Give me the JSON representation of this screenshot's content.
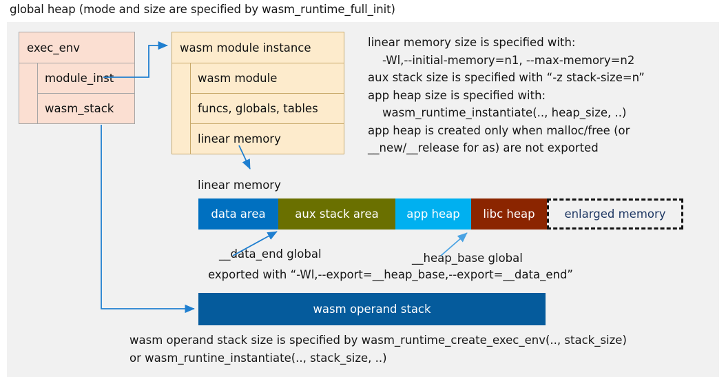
{
  "title": "global heap (mode and size are specified by wasm_runtime_full_init)",
  "colors": {
    "panel_bg": "#f1f1f1",
    "exec_env_fill": "#fbdfd2",
    "exec_env_border": "#a6a6a6",
    "module_inst_fill": "#fdebcc",
    "module_inst_border": "#c8a96a",
    "data_area": "#0070c0",
    "aux_stack_area": "#6a7000",
    "app_heap": "#00b0f0",
    "libc_heap": "#8b2500",
    "enlarged_memory_text": "#1f3864",
    "operand_stack": "#055b9c",
    "connector": "#1f7fd0"
  },
  "exec_env": {
    "header": "exec_env",
    "fields": [
      {
        "label": "module_inst"
      },
      {
        "label": "wasm_stack"
      }
    ]
  },
  "module_instance": {
    "header": "wasm module instance",
    "fields": [
      {
        "label": "wasm module"
      },
      {
        "label": "funcs, globals, tables"
      },
      {
        "label": "linear memory"
      }
    ]
  },
  "notes": {
    "right": "linear memory size is specified with:\n    -Wl,--initial-memory=n1, --max-memory=n2\naux stack size is specified with “-z stack-size=n”\napp heap size is specified with:\n    wasm_runtime_instantiate(.., heap_size, ..)\napp heap is created only when malloc/free (or\n__new/__release for as) are not exported",
    "bottom": "wasm operand stack size is specified by wasm_runtime_create_exec_env(.., stack_size)\nor wasm_runtine_instantiate(.., stack_size, ..)"
  },
  "linear_memory": {
    "caption": "linear memory",
    "segments": [
      {
        "label": "data area",
        "color": "#0070c0",
        "width": 116,
        "dashed": false
      },
      {
        "label": "aux stack area",
        "color": "#6a7000",
        "width": 170,
        "dashed": false
      },
      {
        "label": "app heap",
        "color": "#00b0f0",
        "width": 110,
        "dashed": false
      },
      {
        "label": "libc heap",
        "color": "#8b2500",
        "width": 110,
        "dashed": false
      },
      {
        "label": "enlarged memory",
        "color": "transparent",
        "width": 198,
        "dashed": true
      }
    ]
  },
  "annotations": {
    "data_end": "__data_end global",
    "heap_base": "__heap_base global",
    "exported_with": "exported with “-Wl,--export=__heap_base,--export=__data_end”"
  },
  "operand_stack": {
    "label": "wasm operand stack"
  }
}
